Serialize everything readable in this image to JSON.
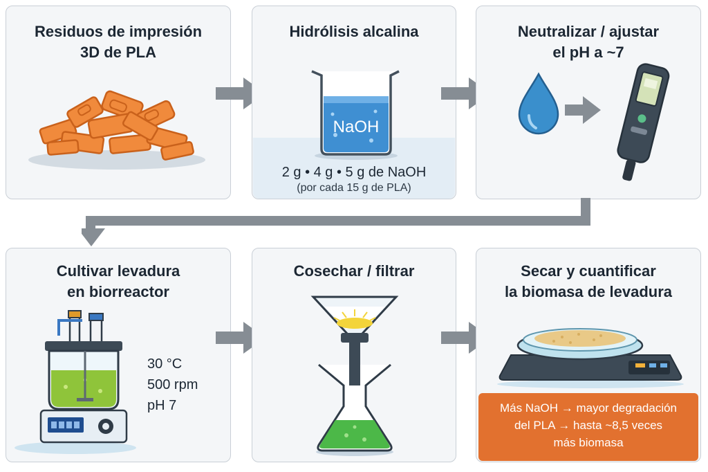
{
  "steps": [
    {
      "title_lines": [
        "Residuos de impresión",
        "3D de PLA"
      ],
      "illustration": "pla-waste-pile-icon"
    },
    {
      "title_lines": [
        "Hidrólisis alcalina"
      ],
      "illustration": "beaker-icon",
      "beaker_label": "NaOH",
      "caption_main": "2 g • 4 g • 5 g de NaOH",
      "caption_sub": "(por cada 15 g de PLA)"
    },
    {
      "title_lines": [
        "Neutralizar / ajustar",
        "el pH a ~7"
      ],
      "illustration": "ph-meter-icon"
    },
    {
      "title_lines": [
        "Cultivar levadura",
        "en biorreactor"
      ],
      "illustration": "bioreactor-icon",
      "conditions": [
        "30 °C",
        "500 rpm",
        "pH 7"
      ]
    },
    {
      "title_lines": [
        "Cosechar / filtrar"
      ],
      "illustration": "funnel-flask-icon"
    },
    {
      "title_lines": [
        "Secar y cuantificar",
        "la biomasa de levadura"
      ],
      "illustration": "scale-petri-icon"
    }
  ],
  "result_lines": [
    "Más NaOH → mayor degradación",
    "del PLA → hasta ~8,5 veces",
    "más biomasa"
  ],
  "colors": {
    "arrow": "#868d94",
    "result_box": "#e2712f",
    "panel_bg": "#f4f6f8",
    "panel_border": "#c9cfd6",
    "pla_orange": "#f08a3c",
    "naoh_blue": "#3f8fd2",
    "culture_green": "#7cbd2f"
  }
}
